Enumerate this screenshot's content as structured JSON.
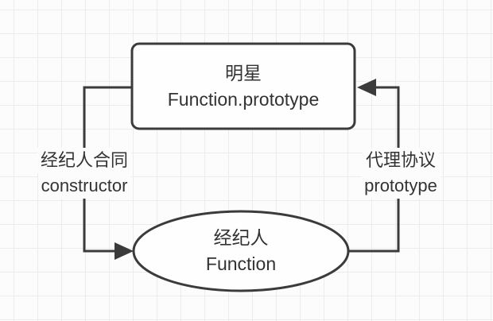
{
  "diagram": {
    "star_node": {
      "shape": "rounded-rectangle",
      "line1": "明星",
      "line2": "Function.prototype"
    },
    "agent_node": {
      "shape": "ellipse",
      "line1": "经纪人",
      "line2": "Function"
    },
    "constructor_edge": {
      "direction": "from star_node down into agent_node",
      "line1": "经纪人合同",
      "line2": "constructor"
    },
    "prototype_edge": {
      "direction": "from agent_node up into star_node",
      "line1": "代理协议",
      "line2": "prototype"
    }
  },
  "colors": {
    "stroke": "#3b3b3b",
    "text": "#333333",
    "background": "#fcfcfc",
    "grid": "#ececec",
    "node_fill": "#fefefe"
  }
}
